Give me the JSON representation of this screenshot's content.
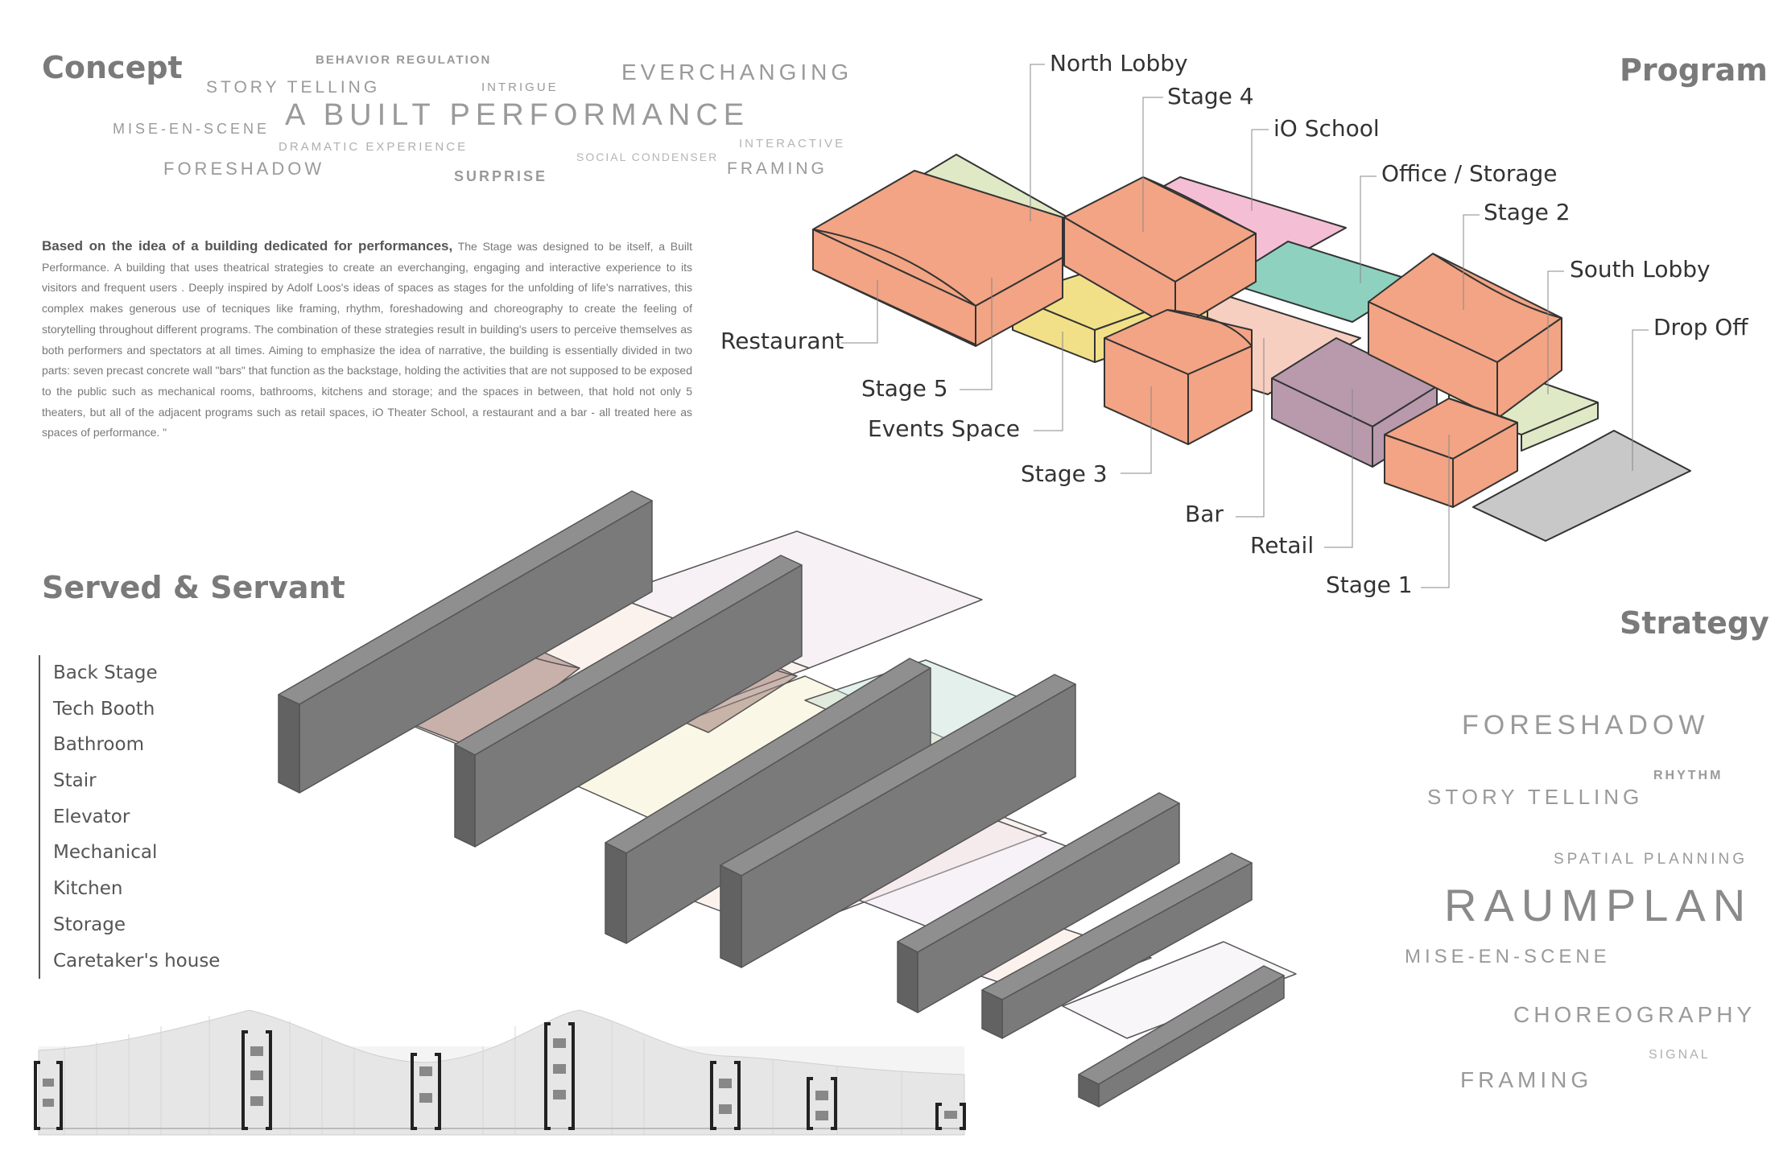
{
  "concept": {
    "heading": "Concept",
    "words": {
      "behavior_regulation": "BEHAVIOR REGULATION",
      "everchanging": "EVERCHANGING",
      "story_telling": "STORY TELLING",
      "intrigue": "INTRIGUE",
      "built_performance": "A BUILT PERFORMANCE",
      "mise_en_scene": "MISE-EN-SCENE",
      "dramatic_experience": "DRAMATIC EXPERIENCE",
      "interactive": "INTERACTIVE",
      "social_condenser": "SOCIAL CONDENSER",
      "foreshadow": "FORESHADOW",
      "framing": "FRAMING",
      "surprise": "SURPRISE"
    },
    "text_lead": "Based on the idea of a building dedicated for performances,",
    "text_body": " The Stage was designed to be itself, a Built Performance. A building that uses theatrical strategies to create an everchanging, engaging and interactive experience to its visitors and frequent users . Deeply inspired by Adolf Loos's ideas of spaces as stages for the unfolding of life's narratives, this complex makes generous use of tecniques like framing, rhythm, foreshadowing and choreography to create the feeling of storytelling throughout different programs. The combination of these strategies result in building's users to perceive themselves as both performers and spectators at all times. Aiming to emphasize the idea of narrative, the building is essentially divided in two parts: seven precast concrete wall \"bars\" that function as the backstage, holding the activities that are not supposed to be exposed to the public such as mechanical rooms, bathrooms, kitchens and storage; and the spaces in between, that hold not only 5 theaters, but all of the adjacent programs such as retail spaces, iO Theater School, a restaurant and a bar - all treated here as spaces of performance. \""
  },
  "program": {
    "heading": "Program",
    "labels": {
      "north_lobby": "North Lobby",
      "stage_4": "Stage 4",
      "io_school": "iO School",
      "office_storage": "Office / Storage",
      "stage_2": "Stage 2",
      "south_lobby": "South Lobby",
      "drop_off": "Drop Off",
      "restaurant": "Restaurant",
      "stage_5": "Stage 5",
      "events_space": "Events Space",
      "stage_3": "Stage 3",
      "bar": "Bar",
      "retail": "Retail",
      "stage_1": "Stage 1"
    },
    "colors": {
      "stage": "#f2a484",
      "north_lobby": "#dfe9c6",
      "io_school": "#f4bfd4",
      "office_storage": "#8fd1bf",
      "events_space": "#f2e089",
      "bar": "#f6cfc1",
      "retail": "#b89aac",
      "south_lobby": "#dfe9c6",
      "drop_off": "#c8c8c8"
    }
  },
  "served": {
    "heading": "Served & Servant",
    "items": [
      "Back Stage",
      "Tech Booth",
      "Bathroom",
      "Stair",
      "Elevator",
      "Mechanical",
      "Kitchen",
      "Storage",
      "Caretaker's house"
    ]
  },
  "strategy": {
    "heading": "Strategy",
    "words": {
      "foreshadow": "FORESHADOW",
      "rhythm": "RHYTHM",
      "story_telling": "STORY TELLING",
      "spatial_planning": "SPATIAL PLANNING",
      "raumplan": "RAUMPLAN",
      "mise_en_scene": "MISE-EN-SCENE",
      "choreography": "CHOREOGRAPHY",
      "signal": "SIGNAL",
      "framing": "FRAMING"
    }
  }
}
